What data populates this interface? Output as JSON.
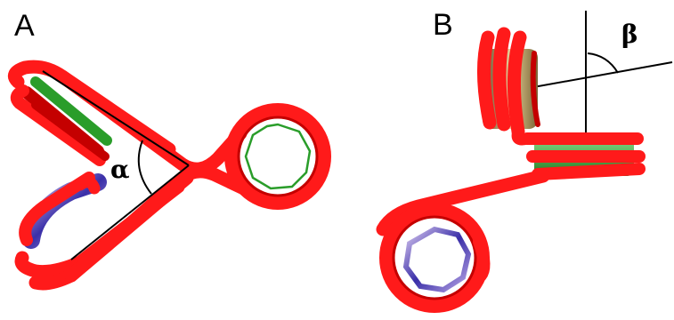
{
  "panels": [
    {
      "label": "A",
      "angle_symbol": "α"
    },
    {
      "label": "B",
      "angle_symbol": "β"
    }
  ],
  "colors": {
    "helix": "#ff1a1a",
    "helix_shadow": "#c40000",
    "helix_highlight": "#ff6a6a",
    "strand_green": "#2a9d2a",
    "strand_blue": "#3a2fa8",
    "strand_tan": "#b8a070",
    "line": "#000000"
  }
}
